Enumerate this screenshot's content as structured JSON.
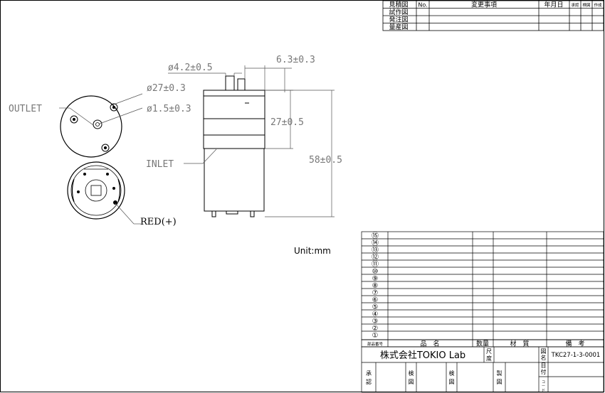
{
  "revision_block": {
    "rows": [
      "見積図",
      "試作図",
      "発注図",
      "量産図"
    ],
    "no_header": "No.",
    "change_header": "変更事項",
    "date_header": "年月日",
    "approve_header": "承認",
    "check_header": "検図",
    "make_header": "作成"
  },
  "dimensions": {
    "inlet_dia": "ø4.2±0.5",
    "outlet_offset": "6.3±0.3",
    "body_dia": "ø27±0.3",
    "outlet_dia": "ø1.5±0.3",
    "body_width": "27±0.5",
    "total_height": "58±0.5"
  },
  "callouts": {
    "outlet": "OUTLET",
    "inlet": "INLET",
    "red": "RED(+)"
  },
  "unit_note": "Unit:mm",
  "parts_list": {
    "numbers": [
      "⑮",
      "⑭",
      "⑬",
      "⑫",
      "⑪",
      "⑩",
      "⑨",
      "⑧",
      "⑦",
      "⑥",
      "⑤",
      "④",
      "③",
      "②",
      "①"
    ],
    "header": {
      "part_no": "部品番号",
      "name": "品　名",
      "qty": "数量",
      "material": "材　質",
      "remarks": "備　考"
    }
  },
  "title_block": {
    "company": "株式会社TOKIO Lab",
    "scale_label": "尺度",
    "drawing_name_label": "図名",
    "code_label": "コード",
    "drawing_code": "TKC27-1-3-0001",
    "date_label": "日付",
    "approve_label": "承認",
    "check_label_1": "検図",
    "check_label_2": "検図",
    "make_label": "製図"
  }
}
